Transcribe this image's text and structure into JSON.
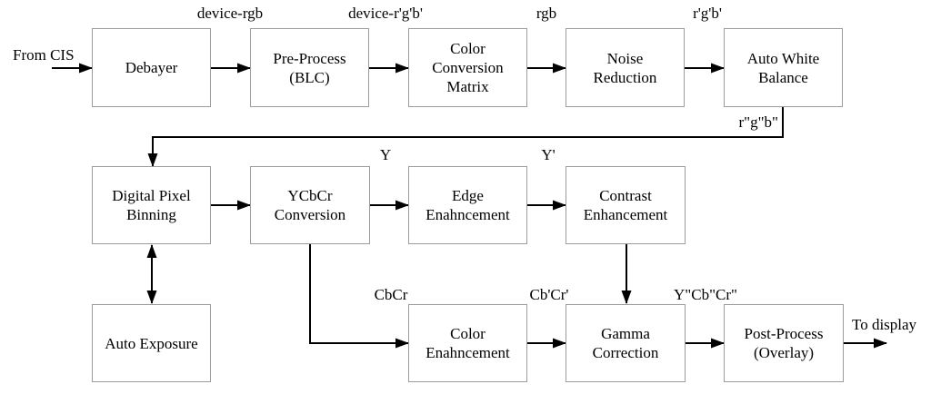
{
  "diagram": {
    "io": {
      "input_label": "From CIS",
      "output_label": "To display"
    },
    "blocks": {
      "debayer": {
        "lines": [
          "Debayer"
        ]
      },
      "preprocess": {
        "lines": [
          "Pre-Process",
          "(BLC)"
        ]
      },
      "ccm": {
        "lines": [
          "Color",
          "Conversion",
          "Matrix"
        ]
      },
      "noise": {
        "lines": [
          "Noise",
          "Reduction"
        ]
      },
      "awb": {
        "lines": [
          "Auto White",
          "Balance"
        ]
      },
      "dpb": {
        "lines": [
          "Digital Pixel",
          "Binning"
        ]
      },
      "ycbcr": {
        "lines": [
          "YCbCr",
          "Conversion"
        ]
      },
      "edge": {
        "lines": [
          "Edge",
          "Enahncement"
        ]
      },
      "contrast": {
        "lines": [
          "Contrast",
          "Enhancement"
        ]
      },
      "autoexposure": {
        "lines": [
          "Auto Exposure"
        ]
      },
      "colorenh": {
        "lines": [
          "Color",
          "Enahncement"
        ]
      },
      "gamma": {
        "lines": [
          "Gamma",
          "Correction"
        ]
      },
      "postprocess": {
        "lines": [
          "Post-Process",
          "(Overlay)"
        ]
      }
    },
    "signals": {
      "device_rgb": "device-rgb",
      "device_rgb_p": "device-r'g'b'",
      "rgb": "rgb",
      "rgb_p": "r'g'b'",
      "rgb_pp": "r\"g\"b\"",
      "y": "Y",
      "y_p": "Y'",
      "cbcr": "CbCr",
      "cbcr_p": "Cb'Cr'",
      "ycbcr_pp": "Y\"Cb\"Cr\""
    },
    "colors": {
      "background": "#ffffff",
      "box_border": "#9c9c9c",
      "wire": "#000000",
      "text": "#000000"
    }
  }
}
